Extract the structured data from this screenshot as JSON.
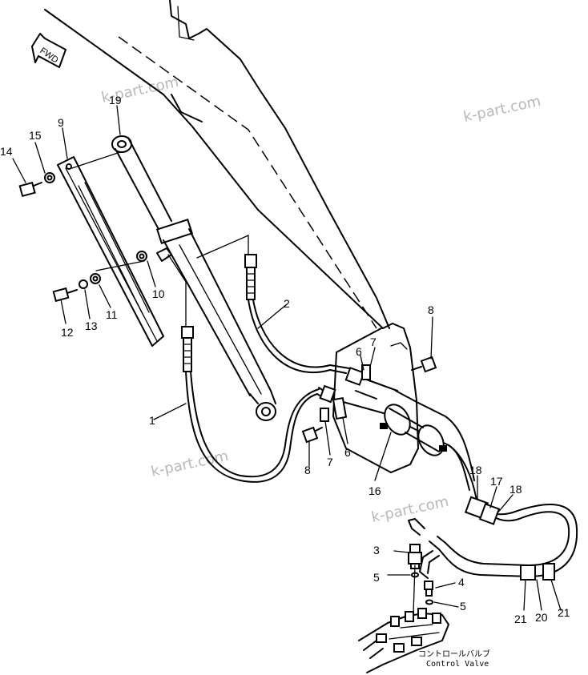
{
  "fwd_label": "FWD",
  "watermark": "k-part.com",
  "control_valve_jp": "コントロールバルブ",
  "control_valve_en": "Control Valve",
  "callouts": [
    "1",
    "2",
    "3",
    "4",
    "5",
    "5",
    "6",
    "6",
    "7",
    "7",
    "8",
    "8",
    "9",
    "10",
    "11",
    "12",
    "13",
    "14",
    "15",
    "16",
    "17",
    "18",
    "18",
    "19",
    "20",
    "21",
    "21"
  ]
}
